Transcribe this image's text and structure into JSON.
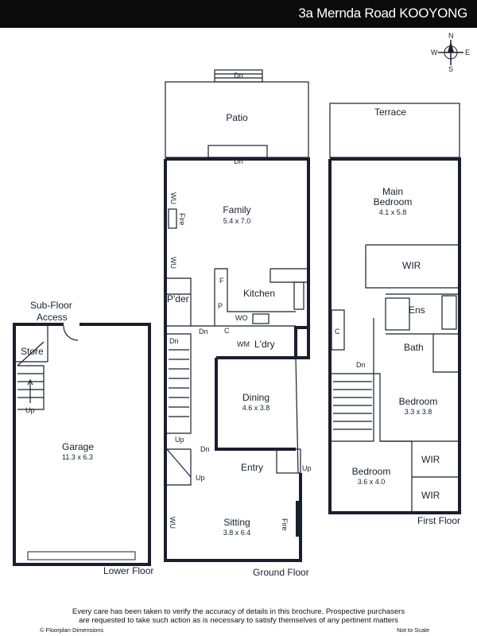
{
  "header": {
    "title": "3a Mernda Road KOOYONG"
  },
  "compass": {
    "n": "N",
    "s": "S",
    "e": "E",
    "w": "W"
  },
  "lower_floor": {
    "name": "Lower Floor",
    "sub_floor": "Sub-Floor",
    "access": "Access",
    "store": "Store",
    "up": "Up",
    "garage": "Garage",
    "garage_dim": "11.3 x 6.3"
  },
  "ground_floor": {
    "name": "Ground Floor",
    "patio": "Patio",
    "dn_patio": "Dn",
    "dn_family": "Dn",
    "wu1": "WU",
    "fire1": "Fire",
    "wu2": "WU",
    "family": "Family",
    "family_dim": "5.4 x 7.0",
    "f": "F",
    "p": "P",
    "kitchen": "Kitchen",
    "wo": "WO",
    "c": "C",
    "pder": "P'der",
    "dn_pder": "Dn",
    "dn_stair": "Dn",
    "wm": "WM",
    "ldry": "L'dry",
    "dining": "Dining",
    "dining_dim": "4.6 x 3.8",
    "up_stair": "Up",
    "dn_dining": "Dn",
    "up_lower": "Up",
    "entry": "Entry",
    "up_entry": "Up",
    "sitting": "Sitting",
    "sitting_dim": "3.8 x 6.4",
    "wu3": "WU",
    "fire2": "Fire"
  },
  "first_floor": {
    "name": "First Floor",
    "terrace": "Terrace",
    "main_bedroom": "Main",
    "main_bedroom2": "Bedroom",
    "main_dim": "4.1 x 5.8",
    "wir1": "WIR",
    "ens": "Ens",
    "c": "C",
    "dn": "Dn",
    "bath": "Bath",
    "bedroom2": "Bedroom",
    "bedroom2_dim": "3.3 x 3.8",
    "bedroom3": "Bedroom",
    "bedroom3_dim": "3.6 x 4.0",
    "wir2": "WIR",
    "wir3": "WIR"
  },
  "footer": {
    "disclaimer1": "Every care has been taken to verify the accuracy of details in this brochure. Prospective purchasers",
    "disclaimer2": "are requested to take such action as is necessary to satisfy themselves of any pertinent matters",
    "copyright": "© Floorplan Dimensions",
    "scale": "Not to Scale"
  }
}
